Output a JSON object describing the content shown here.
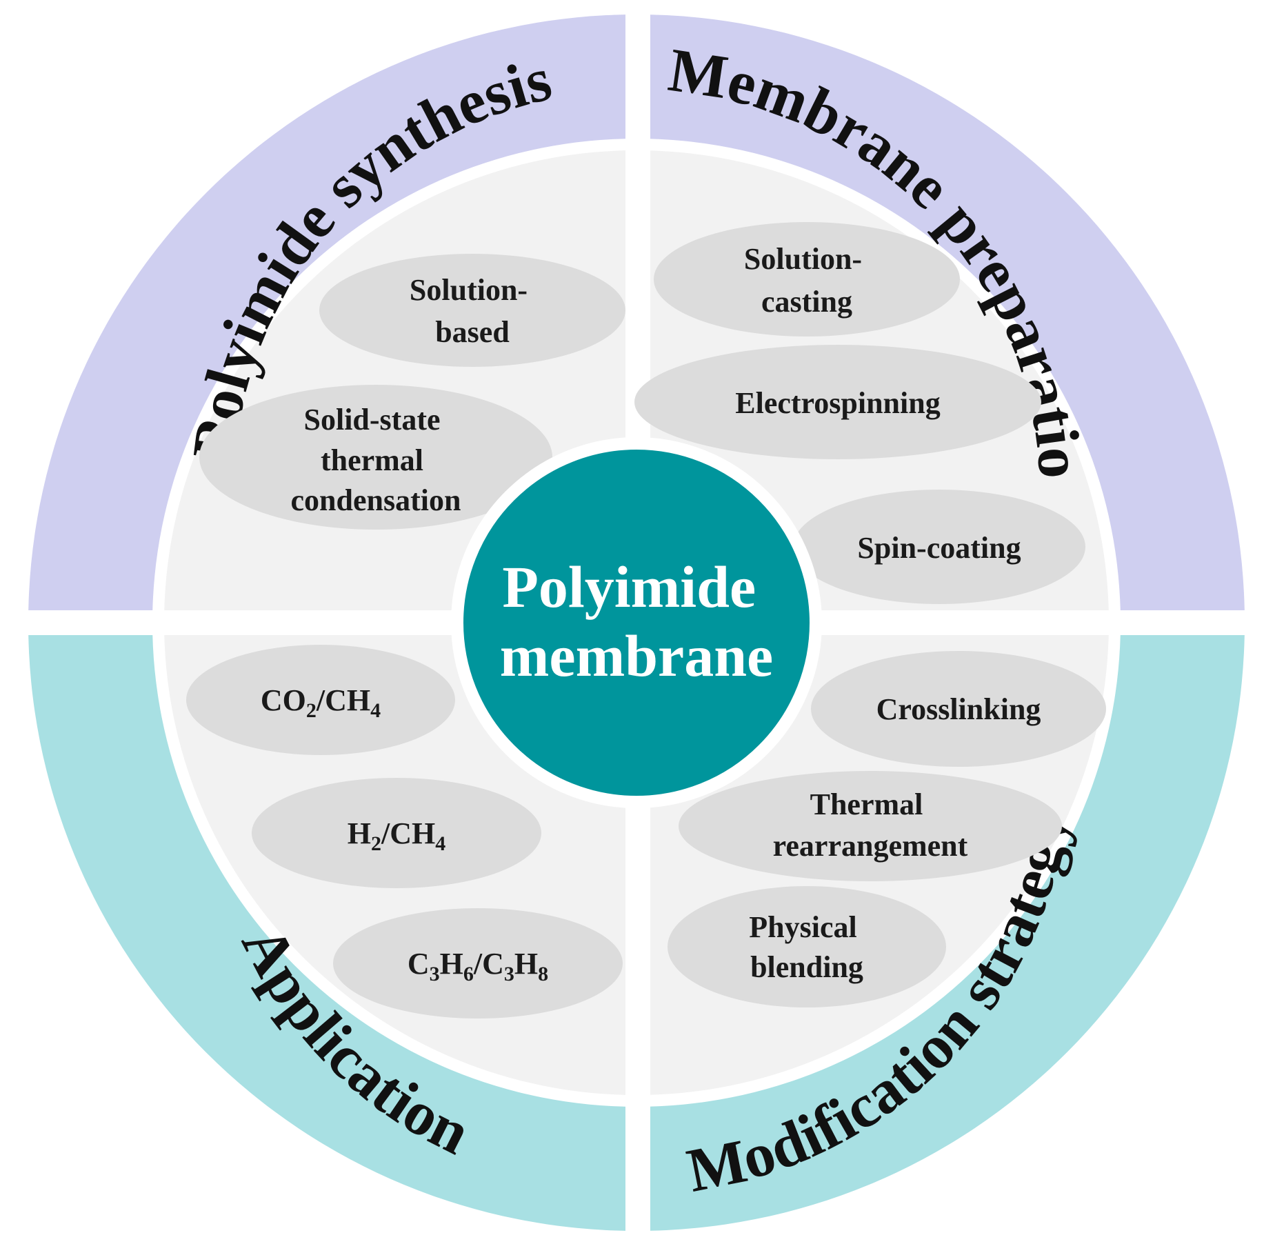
{
  "colors": {
    "top_ring": "#cfcff0",
    "bottom_ring": "#a8e0e3",
    "inner_disk": "#f2f2f2",
    "bubble": "#dcdcdc",
    "center": "#00959c"
  },
  "center": {
    "line1": "Polyimide",
    "line2": "membrane"
  },
  "quadrants": {
    "polyimide_synthesis": {
      "title": "Polyimide synthesis",
      "items": [
        {
          "lines": [
            "Solution-",
            "based"
          ]
        },
        {
          "lines": [
            "Solid-state",
            "thermal",
            "condensation"
          ]
        }
      ]
    },
    "membrane_preparation": {
      "title": "Membrane preparation",
      "items": [
        {
          "lines": [
            "Solution-",
            "casting"
          ]
        },
        {
          "lines": [
            "Electrospinning"
          ]
        },
        {
          "lines": [
            "Spin-coating"
          ]
        }
      ]
    },
    "application": {
      "title": "Application",
      "items": [
        {
          "formula": [
            {
              "t": "CO"
            },
            {
              "t": "2",
              "sub": true
            },
            {
              "t": "/CH"
            },
            {
              "t": "4",
              "sub": true
            }
          ]
        },
        {
          "formula": [
            {
              "t": "H"
            },
            {
              "t": "2",
              "sub": true
            },
            {
              "t": "/CH"
            },
            {
              "t": "4",
              "sub": true
            }
          ]
        },
        {
          "formula": [
            {
              "t": "C"
            },
            {
              "t": "3",
              "sub": true
            },
            {
              "t": "H"
            },
            {
              "t": "6",
              "sub": true
            },
            {
              "t": "/C"
            },
            {
              "t": "3",
              "sub": true
            },
            {
              "t": "H"
            },
            {
              "t": "8",
              "sub": true
            }
          ]
        }
      ]
    },
    "modification_strategy": {
      "title": "Modification strategy",
      "items": [
        {
          "lines": [
            "Crosslinking"
          ]
        },
        {
          "lines": [
            "Thermal",
            "rearrangement"
          ]
        },
        {
          "lines": [
            "Physical",
            "blending"
          ]
        }
      ]
    }
  }
}
